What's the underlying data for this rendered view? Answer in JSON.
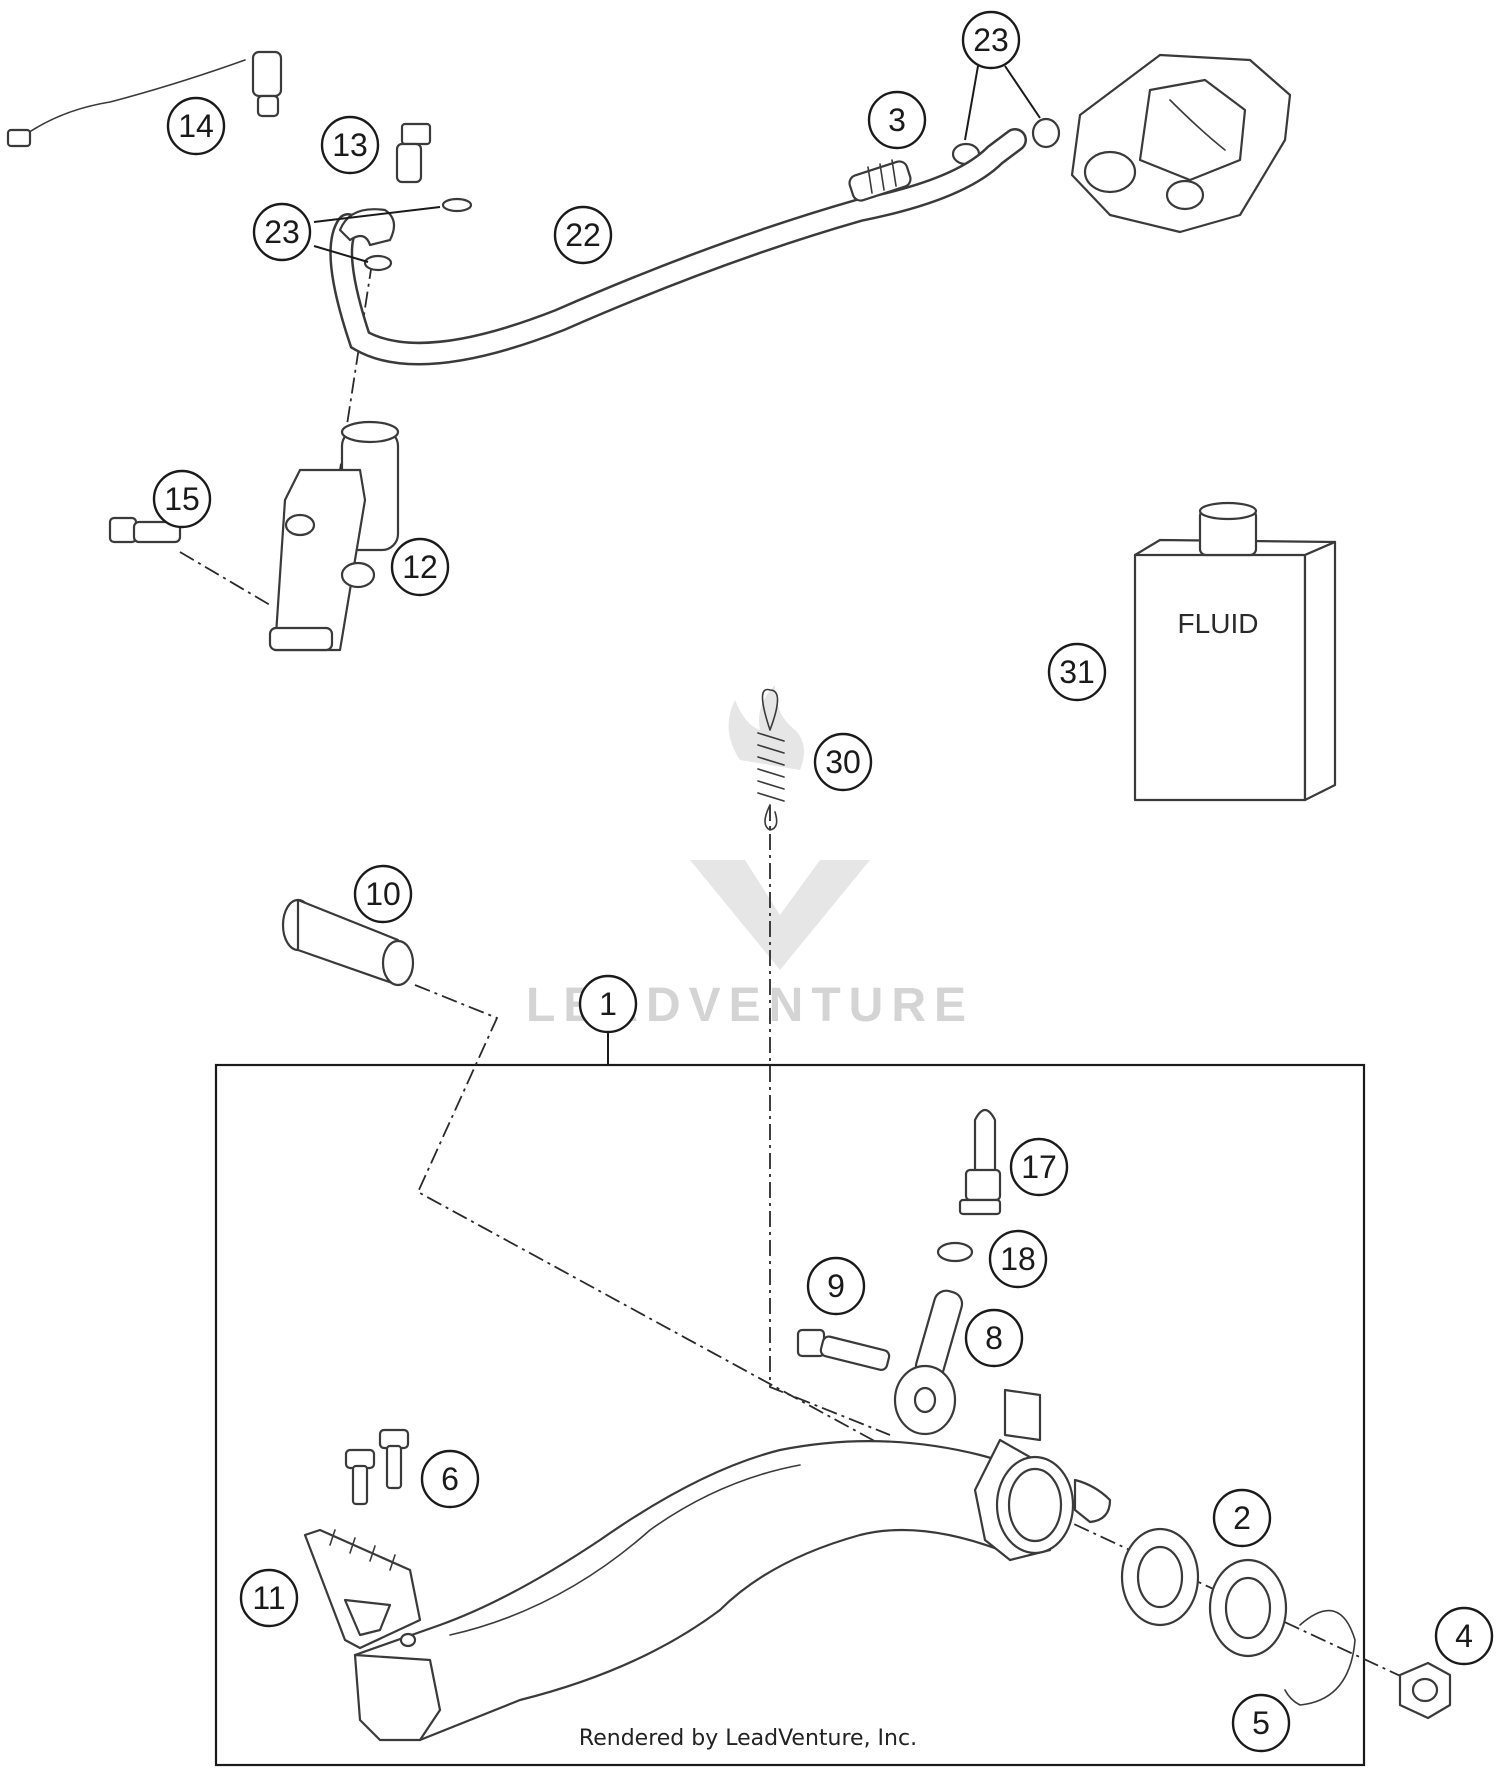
{
  "callouts": [
    "1",
    "2",
    "3",
    "4",
    "5",
    "6",
    "8",
    "9",
    "10",
    "11",
    "12",
    "13",
    "14",
    "15",
    "17",
    "18",
    "22",
    "23",
    "23",
    "30",
    "31"
  ],
  "fluid_label": "FLUID",
  "watermark": "LEADVENTURE",
  "footer": "Rendered by LeadVenture, Inc."
}
